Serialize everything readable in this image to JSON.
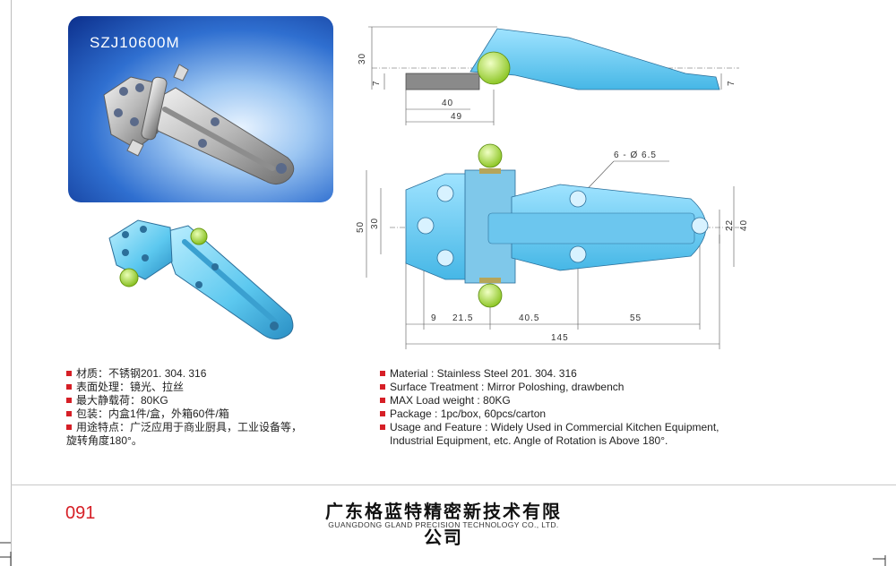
{
  "photo": {
    "model": "SZJ10600M"
  },
  "drawing": {
    "side_view": {
      "dim_height_total": "30",
      "dim_left_thick": "7",
      "dim_right_thick": "7",
      "dim_40": "40",
      "dim_49": "49"
    },
    "top_view": {
      "dim_holes": "6 - Ø 6.5",
      "dim_50": "50",
      "dim_30": "30",
      "dim_22": "22",
      "dim_40": "40",
      "dim_9": "9",
      "dim_21_5": "21.5",
      "dim_40_5": "40.5",
      "dim_55": "55",
      "dim_145": "145"
    }
  },
  "specs_cn": [
    "材质：不锈钢201. 304. 316",
    "表面处理：镜光、拉丝",
    "最大静载荷：80KG",
    "包装：内盒1件/盒，外箱60件/箱",
    "用途特点：广泛应用于商业厨具，工业设备等，",
    "旋转角度180°。"
  ],
  "specs_en": [
    "Material : Stainless Steel 201. 304. 316",
    "Surface Treatment : Mirror Poloshing, drawbench",
    "MAX Load weight : 80KG",
    "Package : 1pc/box,  60pcs/carton",
    "Usage and Feature : Widely Used in Commercial Kitchen Equipment,",
    "Industrial Equipment, etc. Angle of Rotation is Above 180°."
  ],
  "footer": {
    "page_number": "091",
    "company_cn": "广东格蓝特精密新技术有限公司",
    "company_en": "GUANGDONG GLAND PRECISION TECHNOLOGY CO., LTD."
  },
  "colors": {
    "accent": "#d61f26",
    "part_blue": "#5cc8ef",
    "part_green": "#a6dd2e",
    "photo_bg": "#1e56c4"
  }
}
